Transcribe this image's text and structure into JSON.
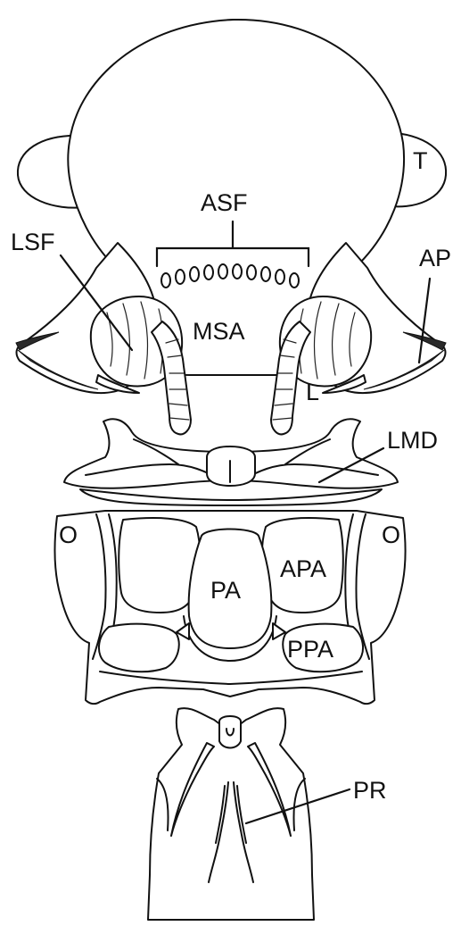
{
  "labels": {
    "T": "T",
    "ASF": "ASF",
    "LSF": "LSF",
    "AP": "AP",
    "MSA": "MSA",
    "L": "L",
    "LMD": "LMD",
    "O_left": "O",
    "O_right": "O",
    "APA": "APA",
    "PA": "PA",
    "PPA": "PPA",
    "PR": "PR"
  },
  "colors": {
    "line": "#111111",
    "background": "#ffffff",
    "hatch": "#2a2a2a"
  }
}
